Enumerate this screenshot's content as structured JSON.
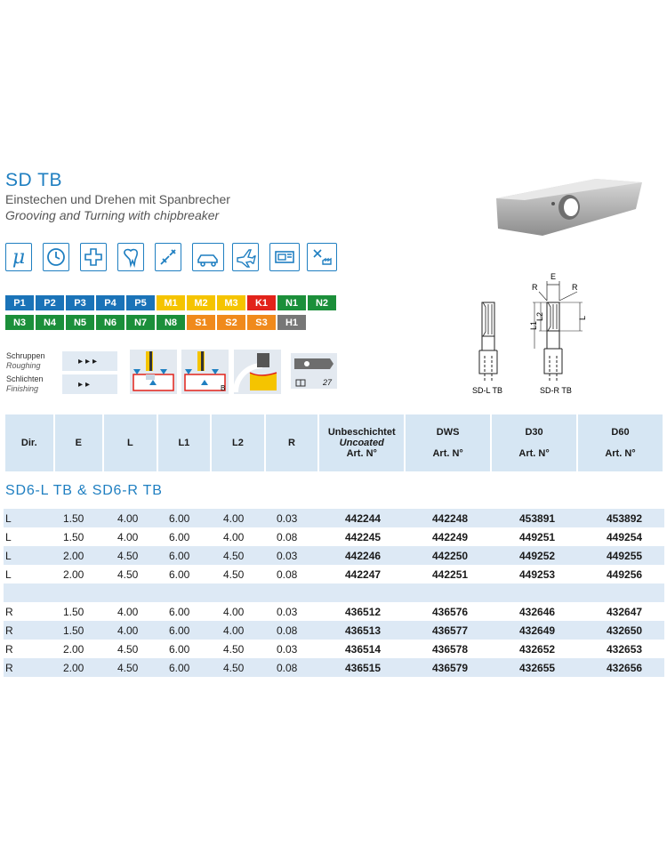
{
  "header": {
    "title": "SD TB",
    "subtitle_de": "Einstechen und Drehen mit Spanbrecher",
    "subtitle_en": "Grooving and Turning with chipbreaker"
  },
  "application_icons": [
    "micro-mu-icon",
    "clock-icon",
    "medical-cross-icon",
    "tooth-icon",
    "tool-icon",
    "car-icon",
    "airplane-icon",
    "machine-icon",
    "industry-icon"
  ],
  "application_symbol_mu": "μ",
  "materials": [
    {
      "label": "P1",
      "color": "#1a73b8"
    },
    {
      "label": "P2",
      "color": "#1a73b8"
    },
    {
      "label": "P3",
      "color": "#1a73b8"
    },
    {
      "label": "P4",
      "color": "#1a73b8"
    },
    {
      "label": "P5",
      "color": "#1a73b8"
    },
    {
      "label": "M1",
      "color": "#f5c400"
    },
    {
      "label": "M2",
      "color": "#f5c400"
    },
    {
      "label": "M3",
      "color": "#f5c400"
    },
    {
      "label": "K1",
      "color": "#e2231a"
    },
    {
      "label": "N1",
      "color": "#1b8f3a"
    },
    {
      "label": "N2",
      "color": "#1b8f3a"
    },
    {
      "label": "N3",
      "color": "#1b8f3a"
    },
    {
      "label": "N4",
      "color": "#1b8f3a"
    },
    {
      "label": "N5",
      "color": "#1b8f3a"
    },
    {
      "label": "N6",
      "color": "#1b8f3a"
    },
    {
      "label": "N7",
      "color": "#1b8f3a"
    },
    {
      "label": "N8",
      "color": "#1b8f3a"
    },
    {
      "label": "S1",
      "color": "#f08a1c"
    },
    {
      "label": "S2",
      "color": "#f08a1c"
    },
    {
      "label": "S3",
      "color": "#f08a1c"
    },
    {
      "label": "H1",
      "color": "#777777"
    }
  ],
  "operations": {
    "roughing_de": "Schruppen",
    "roughing_en": "Roughing",
    "roughing_marks": "▸▸▸",
    "finishing_de": "Schlichten",
    "finishing_en": "Finishing",
    "finishing_marks": "▸▸",
    "book_page": "27"
  },
  "diagram": {
    "label_e": "E",
    "label_r_left": "R",
    "label_r_right": "R",
    "label_l1": "L1",
    "label_l2": "L2",
    "label_l": "L",
    "caption_left": "SD-L TB",
    "caption_right": "SD-R TB"
  },
  "table": {
    "headers": [
      {
        "l1": "Dir."
      },
      {
        "l1": "E"
      },
      {
        "l1": "L"
      },
      {
        "l1": "L1"
      },
      {
        "l1": "L2"
      },
      {
        "l1": "R"
      },
      {
        "l1": "Unbeschichtet",
        "l2": "Uncoated",
        "l3": "Art. N°"
      },
      {
        "l1": "DWS",
        "l3": "Art. N°"
      },
      {
        "l1": "D30",
        "l3": "Art. N°"
      },
      {
        "l1": "D60",
        "l3": "Art. N°"
      }
    ],
    "section_title": "SD6-L TB & SD6-R TB",
    "rows_left": [
      [
        "L",
        "1.50",
        "4.00",
        "6.00",
        "4.00",
        "0.03",
        "442244",
        "442248",
        "453891",
        "453892"
      ],
      [
        "L",
        "1.50",
        "4.00",
        "6.00",
        "4.00",
        "0.08",
        "442245",
        "442249",
        "449251",
        "449254"
      ],
      [
        "L",
        "2.00",
        "4.50",
        "6.00",
        "4.50",
        "0.03",
        "442246",
        "442250",
        "449252",
        "449255"
      ],
      [
        "L",
        "2.00",
        "4.50",
        "6.00",
        "4.50",
        "0.08",
        "442247",
        "442251",
        "449253",
        "449256"
      ]
    ],
    "rows_right": [
      [
        "R",
        "1.50",
        "4.00",
        "6.00",
        "4.00",
        "0.03",
        "436512",
        "436576",
        "432646",
        "432647"
      ],
      [
        "R",
        "1.50",
        "4.00",
        "6.00",
        "4.00",
        "0.08",
        "436513",
        "436577",
        "432649",
        "432650"
      ],
      [
        "R",
        "2.00",
        "4.50",
        "6.00",
        "4.50",
        "0.03",
        "436514",
        "436578",
        "432652",
        "432653"
      ],
      [
        "R",
        "2.00",
        "4.50",
        "6.00",
        "4.50",
        "0.08",
        "436515",
        "436579",
        "432655",
        "432656"
      ]
    ]
  }
}
